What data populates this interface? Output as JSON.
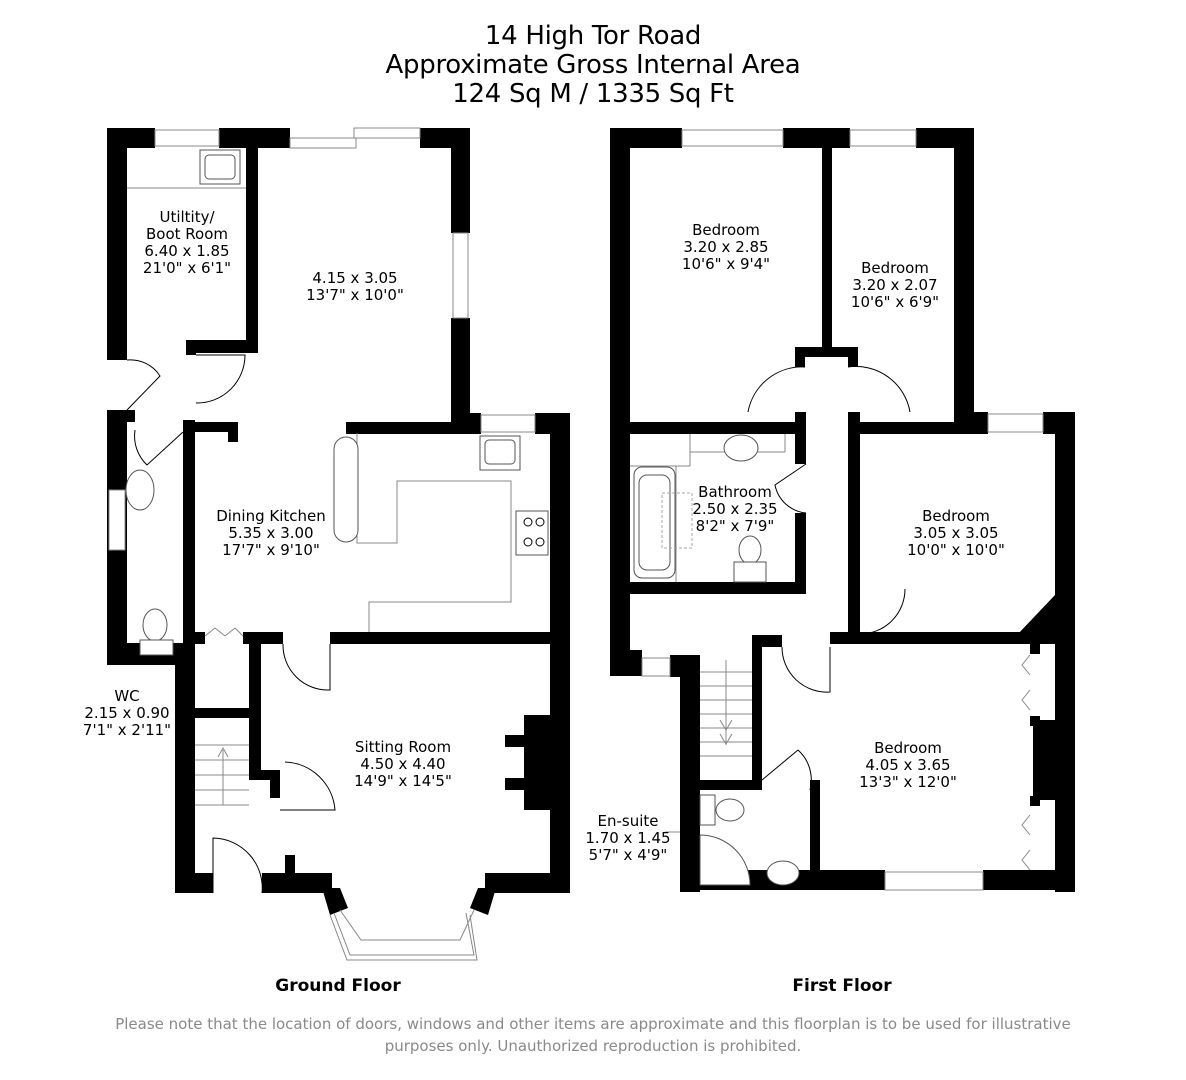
{
  "header": {
    "address": "14 High Tor Road",
    "area_label": "Approximate Gross Internal Area",
    "area_value": "124 Sq M / 1335 Sq Ft"
  },
  "ground_floor": {
    "label": "Ground Floor",
    "rooms": [
      {
        "name": "Utiltity/",
        "name2": "Boot Room",
        "metric": "6.40 x 1.85",
        "imperial": "21'0\" x 6'1\""
      },
      {
        "name": "",
        "metric": "4.15 x 3.05",
        "imperial": "13'7\" x 10'0\""
      },
      {
        "name": "Dining Kitchen",
        "metric": "5.35 x 3.00",
        "imperial": "17'7\" x 9'10\""
      },
      {
        "name": "WC",
        "metric": "2.15 x 0.90",
        "imperial": "7'1\" x 2'11\""
      },
      {
        "name": "Sitting Room",
        "metric": "4.50 x 4.40",
        "imperial": "14'9\" x 14'5\""
      }
    ]
  },
  "first_floor": {
    "label": "First Floor",
    "rooms": [
      {
        "name": "Bedroom",
        "metric": "3.20 x 2.85",
        "imperial": "10'6\" x 9'4\""
      },
      {
        "name": "Bedroom",
        "metric": "3.20 x 2.07",
        "imperial": "10'6\" x 6'9\""
      },
      {
        "name": "Bathroom",
        "metric": "2.50 x 2.35",
        "imperial": "8'2\" x 7'9\""
      },
      {
        "name": "Bedroom",
        "metric": "3.05 x 3.05",
        "imperial": "10'0\" x 10'0\""
      },
      {
        "name": "Bedroom",
        "metric": "4.05 x 3.65",
        "imperial": "13'3\" x 12'0\""
      },
      {
        "name": "En-suite",
        "metric": "1.70 x 1.45",
        "imperial": "5'7\" x 4'9\""
      }
    ]
  },
  "disclaimer": {
    "line1": "Please note that the location of doors, windows and other items are approximate and this floorplan is to be used for illustrative",
    "line2": "purposes only. Unauthorized reproduction is prohibited."
  },
  "colors": {
    "wall": "#000000",
    "window_frame": "#888888",
    "disclaimer_text": "#8a8a8a"
  }
}
